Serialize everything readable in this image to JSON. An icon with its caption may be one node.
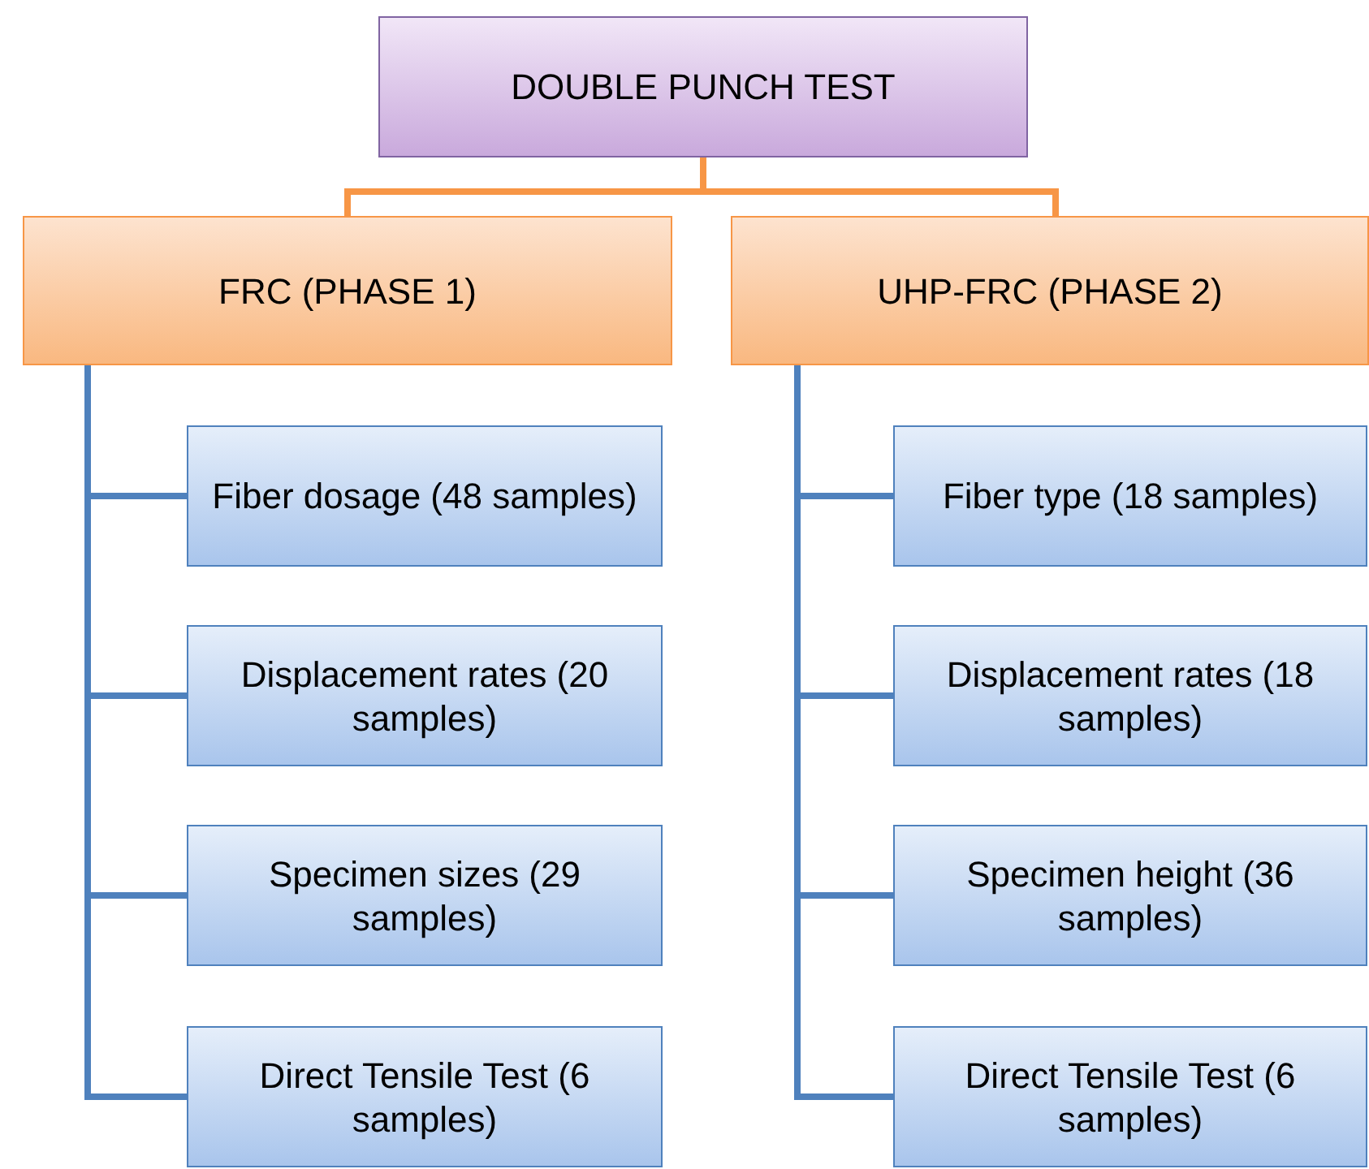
{
  "diagram": {
    "nodes": [
      {
        "text": [
          "DOUBLE PUNCH TEST"
        ]
      },
      {
        "text": [
          "FRC (PHASE 1)"
        ]
      },
      {
        "text": [
          "UHP-FRC (PHASE 2)"
        ]
      },
      {
        "text": [
          "Fiber dosage (48 samples)"
        ]
      },
      {
        "text": [
          "Displacement rates (20 samples)"
        ]
      },
      {
        "text": [
          "Specimen sizes (29 samples)"
        ]
      },
      {
        "text": [
          "Direct Tensile Test (6 samples)"
        ]
      },
      {
        "text": [
          "Fiber type (18 samples)"
        ]
      },
      {
        "text": [
          "Displacement rates (18 samples)"
        ]
      },
      {
        "text": [
          "Specimen height (36 samples)"
        ]
      },
      {
        "text": [
          "Direct Tensile Test (6 samples)"
        ]
      }
    ],
    "edges": [
      {
        "from": 0,
        "to": 1,
        "arrow": "none",
        "color": "#f79646"
      },
      {
        "from": 0,
        "to": 2,
        "arrow": "none",
        "color": "#f79646"
      },
      {
        "from": 1,
        "to": 3,
        "arrow": "none"
      },
      {
        "from": 1,
        "to": 4,
        "arrow": "none"
      },
      {
        "from": 1,
        "to": 5,
        "arrow": "none"
      },
      {
        "from": 1,
        "to": 6,
        "arrow": "none"
      },
      {
        "from": 2,
        "to": 7,
        "arrow": "none"
      },
      {
        "from": 2,
        "to": 8,
        "arrow": "none"
      },
      {
        "from": 2,
        "to": 9,
        "arrow": "none"
      },
      {
        "from": 2,
        "to": 10,
        "arrow": "none"
      }
    ]
  }
}
